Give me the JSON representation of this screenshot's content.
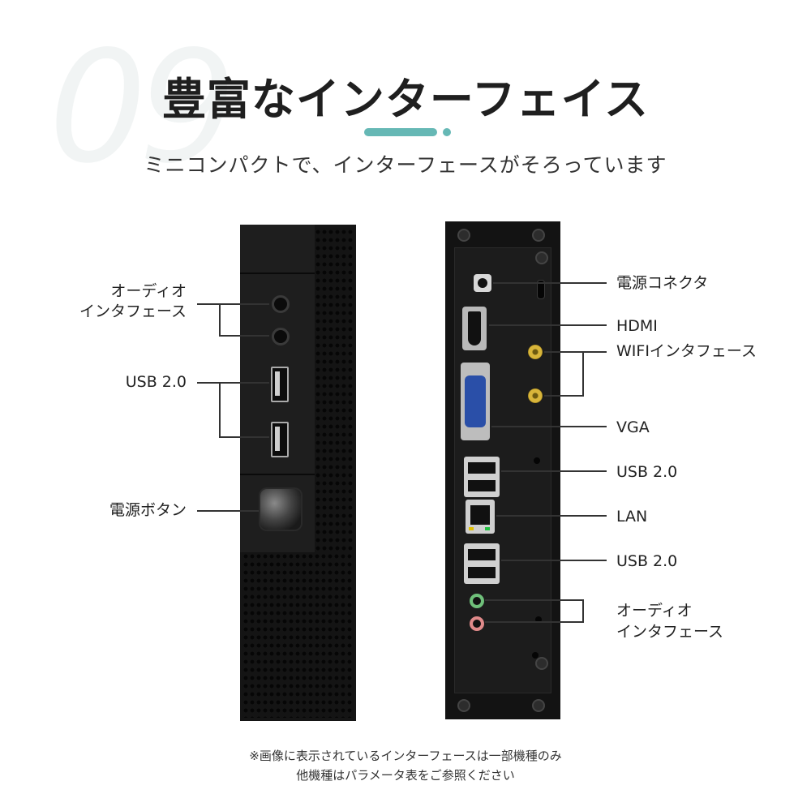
{
  "background_number": "09",
  "title": "豊富なインターフェイス",
  "subtitle": "ミニコンパクトで、インターフェースがそろっています",
  "accent_color": "#66b8b5",
  "front_labels": {
    "audio_line1": "オーディオ",
    "audio_line2": "インタフェース",
    "usb": "USB 2.0",
    "power_button": "電源ボタン"
  },
  "back_labels": {
    "power_connector": "電源コネクタ",
    "hdmi": "HDMI",
    "wifi": "WIFIインタフェース",
    "vga": "VGA",
    "usb_top": "USB 2.0",
    "lan": "LAN",
    "usb_bottom": "USB 2.0",
    "audio_line1": "オーディオ",
    "audio_line2": "インタフェース"
  },
  "note": {
    "line1": "※画像に表示されているインターフェースは一部機種のみ",
    "line2": "他機種はパラメータ表をご参照ください"
  }
}
